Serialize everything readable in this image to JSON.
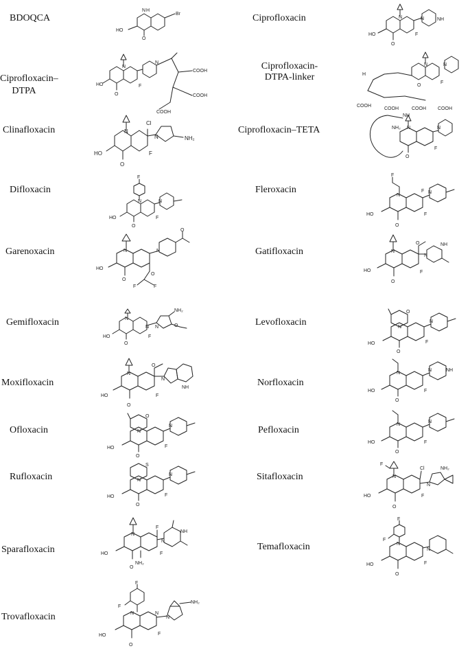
{
  "compounds": [
    {
      "name": "BDOQCA",
      "atoms": {
        "n": "N",
        "h": "H",
        "x": "Br",
        "acid": "HO",
        "o": "O"
      }
    },
    {
      "name": "Ciprofloxacin",
      "atoms": {
        "n": "N",
        "n2": "N",
        "nh": "NH",
        "f": "F",
        "acid": "HO",
        "o": "O"
      }
    },
    {
      "name": "Ciprofloxacin–DTPA",
      "atoms": {
        "n": "N",
        "n2": "N",
        "f": "F",
        "acid": "HO",
        "o": "O",
        "cooh": "COOH"
      }
    },
    {
      "name": "Ciprofloxacin-DTPA-linker",
      "atoms": {
        "n": "N",
        "n2": "N",
        "f": "F",
        "o": "O",
        "cooh": "COOH",
        "h": "H"
      }
    },
    {
      "name": "Clinafloxacin",
      "atoms": {
        "n": "N",
        "cl": "Cl",
        "f": "F",
        "acid": "HO",
        "o": "O",
        "nh2": "NH₂"
      }
    },
    {
      "name": "Ciprofloxacin–TETA",
      "atoms": {
        "n": "N",
        "n2": "N",
        "f": "F",
        "o": "O",
        "nh": "NH",
        "nh2": "NH₂"
      }
    },
    {
      "name": "Difloxacin",
      "atoms": {
        "n": "N",
        "n2": "N",
        "f": "F",
        "acid": "HO",
        "o": "O"
      }
    },
    {
      "name": "Fleroxacin",
      "atoms": {
        "n": "N",
        "n2": "N",
        "f": "F",
        "acid": "HO",
        "o": "O"
      }
    },
    {
      "name": "Garenoxacin",
      "atoms": {
        "n": "N",
        "n2": "N",
        "f": "F",
        "acid": "HO",
        "o": "O"
      }
    },
    {
      "name": "Gatifloxacin",
      "atoms": {
        "n": "N",
        "n2": "N",
        "f": "F",
        "acid": "HO",
        "o": "O",
        "nh": "NH"
      }
    },
    {
      "name": "Gemifloxacin",
      "atoms": {
        "n": "N",
        "n2": "N",
        "f": "F",
        "acid": "HO",
        "o": "O",
        "nh2": "NH₂"
      }
    },
    {
      "name": "Levofloxacin",
      "atoms": {
        "n": "N",
        "n2": "N",
        "f": "F",
        "acid": "HO",
        "o": "O"
      }
    },
    {
      "name": "Moxifloxacin",
      "atoms": {
        "n": "N",
        "n2": "N",
        "f": "F",
        "acid": "HO",
        "o": "O",
        "nh": "NH"
      }
    },
    {
      "name": "Norfloxacin",
      "atoms": {
        "n": "N",
        "n2": "N",
        "f": "F",
        "acid": "HO",
        "o": "O",
        "nh": "NH"
      }
    },
    {
      "name": "Ofloxacin",
      "atoms": {
        "n": "N",
        "n2": "N",
        "f": "F",
        "acid": "HO",
        "o": "O"
      }
    },
    {
      "name": "Pefloxacin",
      "atoms": {
        "n": "N",
        "n2": "N",
        "f": "F",
        "acid": "HO",
        "o": "O"
      }
    },
    {
      "name": "Rufloxacin",
      "atoms": {
        "n": "N",
        "n2": "N",
        "f": "F",
        "acid": "HO",
        "o": "O",
        "s": "S"
      }
    },
    {
      "name": "Sitafloxacin",
      "atoms": {
        "n": "N",
        "n2": "N",
        "f": "F",
        "acid": "HO",
        "o": "O",
        "cl": "Cl",
        "nh2": "NH₂"
      }
    },
    {
      "name": "Sparafloxacin",
      "atoms": {
        "n": "N",
        "n2": "N",
        "f": "F",
        "acid": "HO",
        "o": "O",
        "nh": "NH",
        "nh2": "NH₂"
      }
    },
    {
      "name": "Temafloxacin",
      "atoms": {
        "n": "N",
        "n2": "N",
        "f": "F",
        "acid": "HO",
        "o": "O"
      }
    },
    {
      "name": "Trovafloxacin",
      "atoms": {
        "n": "N",
        "n2": "N",
        "f": "F",
        "acid": "HO",
        "o": "O",
        "nh2": "NH₂"
      }
    }
  ]
}
